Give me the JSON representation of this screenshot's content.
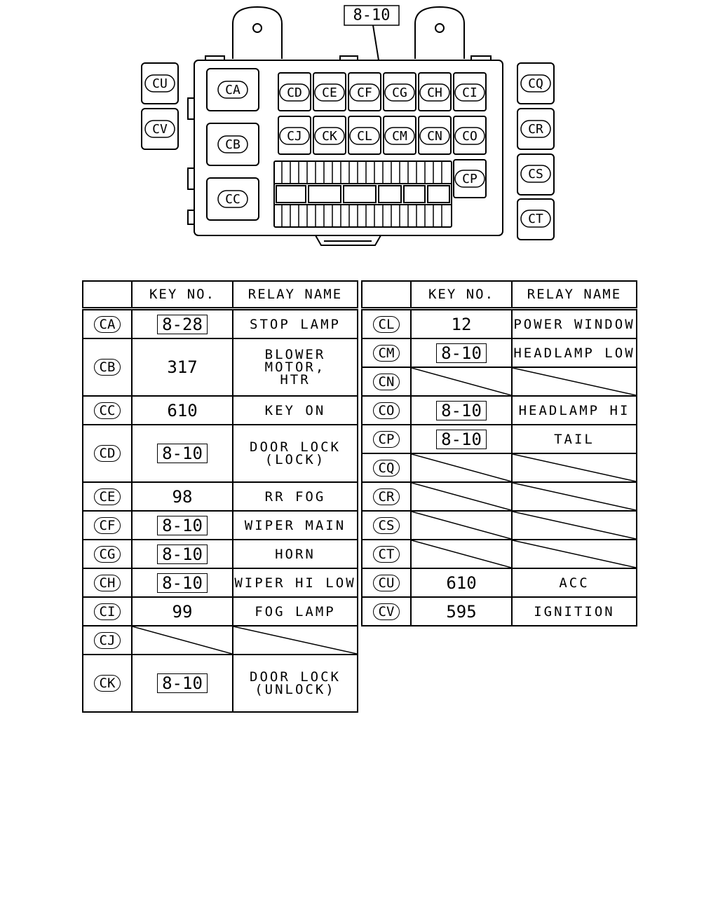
{
  "diagram": {
    "callout_key": "8-10",
    "connectors": {
      "CA": "CA",
      "CB": "CB",
      "CC": "CC",
      "CD": "CD",
      "CE": "CE",
      "CF": "CF",
      "CG": "CG",
      "CH": "CH",
      "CI": "CI",
      "CJ": "CJ",
      "CK": "CK",
      "CL": "CL",
      "CM": "CM",
      "CN": "CN",
      "CO": "CO",
      "CP": "CP",
      "CQ": "CQ",
      "CR": "CR",
      "CS": "CS",
      "CT": "CT",
      "CU": "CU",
      "CV": "CV"
    }
  },
  "table_headers": {
    "code": "",
    "key": "KEY NO.",
    "name": "RELAY NAME"
  },
  "left_rows": [
    {
      "code": "CA",
      "key": "8-28",
      "boxed": true,
      "name": "STOP LAMP",
      "name2": "",
      "tall": false
    },
    {
      "code": "CB",
      "key": "317",
      "boxed": false,
      "name": "BLOWER MOTOR,",
      "name2": "HTR",
      "tall": true
    },
    {
      "code": "CC",
      "key": "610",
      "boxed": false,
      "name": "KEY ON",
      "name2": "",
      "tall": false
    },
    {
      "code": "CD",
      "key": "8-10",
      "boxed": true,
      "name": "DOOR LOCK",
      "name2": "(LOCK)",
      "tall": true
    },
    {
      "code": "CE",
      "key": "98",
      "boxed": false,
      "name": "RR FOG",
      "name2": "",
      "tall": false
    },
    {
      "code": "CF",
      "key": "8-10",
      "boxed": true,
      "name": "WIPER MAIN",
      "name2": "",
      "tall": false
    },
    {
      "code": "CG",
      "key": "8-10",
      "boxed": true,
      "name": "HORN",
      "name2": "",
      "tall": false
    },
    {
      "code": "CH",
      "key": "8-10",
      "boxed": true,
      "name": "WIPER HI LOW",
      "name2": "",
      "tall": false
    },
    {
      "code": "CI",
      "key": "99",
      "boxed": false,
      "name": "FOG LAMP",
      "name2": "",
      "tall": false
    },
    {
      "code": "CJ",
      "key": "",
      "boxed": false,
      "name": "",
      "name2": "",
      "tall": false,
      "empty": true
    },
    {
      "code": "CK",
      "key": "8-10",
      "boxed": true,
      "name": "DOOR LOCK",
      "name2": "(UNLOCK)",
      "tall": true
    }
  ],
  "right_rows": [
    {
      "code": "CL",
      "key": "12",
      "boxed": false,
      "name": "POWER WINDOW",
      "name2": "",
      "tall": false
    },
    {
      "code": "CM",
      "key": "8-10",
      "boxed": true,
      "name": "HEADLAMP LOW",
      "name2": "",
      "tall": false
    },
    {
      "code": "CN",
      "key": "",
      "boxed": false,
      "name": "",
      "name2": "",
      "tall": false,
      "empty": true
    },
    {
      "code": "CO",
      "key": "8-10",
      "boxed": true,
      "name": "HEADLAMP HI",
      "name2": "",
      "tall": false
    },
    {
      "code": "CP",
      "key": "8-10",
      "boxed": true,
      "name": "TAIL",
      "name2": "",
      "tall": false
    },
    {
      "code": "CQ",
      "key": "",
      "boxed": false,
      "name": "",
      "name2": "",
      "tall": false,
      "empty": true
    },
    {
      "code": "CR",
      "key": "",
      "boxed": false,
      "name": "",
      "name2": "",
      "tall": false,
      "empty": true
    },
    {
      "code": "CS",
      "key": "",
      "boxed": false,
      "name": "",
      "name2": "",
      "tall": false,
      "empty": true
    },
    {
      "code": "CT",
      "key": "",
      "boxed": false,
      "name": "",
      "name2": "",
      "tall": false,
      "empty": true
    },
    {
      "code": "CU",
      "key": "610",
      "boxed": false,
      "name": "ACC",
      "name2": "",
      "tall": false
    },
    {
      "code": "CV",
      "key": "595",
      "boxed": false,
      "name": "IGNITION",
      "name2": "",
      "tall": false
    }
  ]
}
